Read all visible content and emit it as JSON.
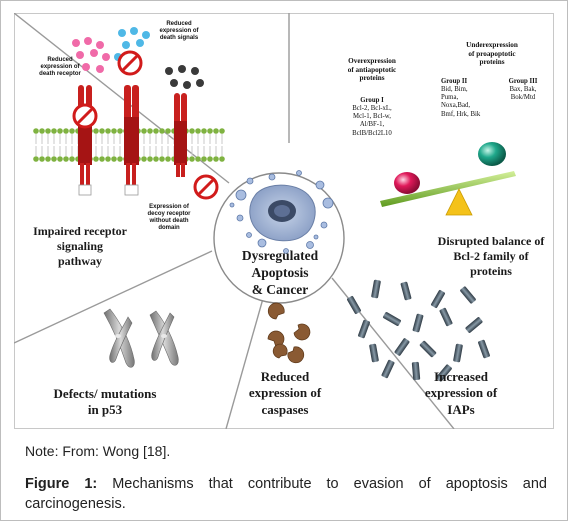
{
  "center": {
    "line1": "Dysregulated Apoptosis",
    "line2": "& Cancer"
  },
  "receptor_section": {
    "title_lines": [
      "Impaired receptor",
      "signaling",
      "pathway"
    ],
    "reduced_death_receptor": [
      "Reduced",
      "expression of",
      "death receptor"
    ],
    "reduced_death_signals": [
      "Reduced",
      "expression of",
      "death signals"
    ],
    "decoy_receptor": [
      "Expression of",
      "decoy receptor",
      "without death",
      "domain"
    ]
  },
  "bcl2_section": {
    "over_title": [
      "Overexpression",
      "of antiapoptotic",
      "proteins"
    ],
    "group1_title": "Group I",
    "group1_members": [
      "Bcl-2, Bcl-xL,",
      "Mcl-1, Bcl-w,",
      "Al/BF-1,",
      "BclB/Bcl2L10"
    ],
    "under_title": [
      "Underexpression",
      "of proapoptotic",
      "proteins"
    ],
    "group2_title": "Group II",
    "group2_members": [
      "Bid, Bim,",
      "Puma,",
      "Noxa,Bad,",
      "Bmf, Hrk, Bik"
    ],
    "group3_title": "Group III",
    "group3_members": [
      "Bax, Bak,",
      "Bok/Mtd"
    ],
    "title_lines": [
      "Disrupted balance of",
      "Bcl-2 family of",
      "proteins"
    ]
  },
  "p53_section": {
    "title_lines": [
      "Defects/ mutations",
      "in p53"
    ]
  },
  "caspase_section": {
    "title_lines": [
      "Reduced",
      "expression of",
      "caspases"
    ]
  },
  "iap_section": {
    "title_lines": [
      "Increased",
      "expression of",
      "IAPs"
    ]
  },
  "note": "Note: From: Wong [18].",
  "caption": {
    "label": "Figure 1:",
    "text": " Mechanisms that contribute to evasion of apoptosis and carcinogenesis."
  },
  "colors": {
    "receptor": "#c8201e",
    "membrane_head": "#7fb241",
    "lever": "#8fc63f",
    "fulcrum": "#f4c21a",
    "red_sphere": "#e0195a",
    "teal_sphere": "#1fa88b",
    "caspase": "#8a5a33",
    "iap": "#4a5a66",
    "chromosome": "#8a8a8a"
  },
  "icons": [
    "no-entry-icon",
    "cell-icon",
    "chromosome-icon",
    "caspase-icon",
    "iap-icon"
  ]
}
